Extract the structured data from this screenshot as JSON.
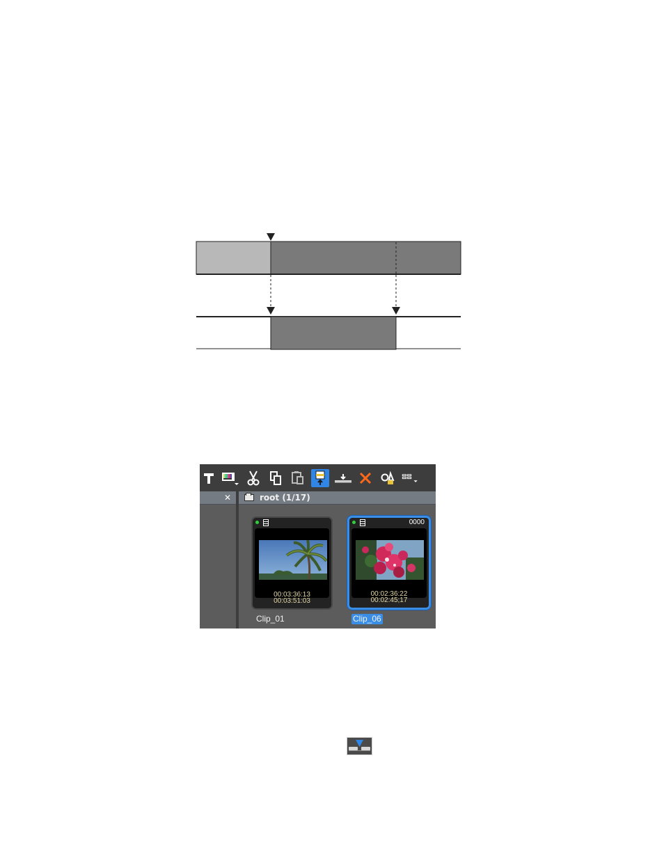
{
  "toolbar": {
    "buttons": [
      {
        "id": "title",
        "icon": "title-T-icon"
      },
      {
        "id": "color-bars",
        "icon": "color-bars-dropdown-icon"
      },
      {
        "id": "cut",
        "icon": "scissors-icon"
      },
      {
        "id": "copy",
        "icon": "copy-icon"
      },
      {
        "id": "paste",
        "icon": "paste-icon"
      },
      {
        "id": "insert",
        "icon": "insert-to-timeline-icon",
        "active": true
      },
      {
        "id": "overwrite",
        "icon": "overwrite-icon"
      },
      {
        "id": "delete",
        "icon": "delete-x-icon"
      },
      {
        "id": "properties",
        "icon": "properties-icon"
      },
      {
        "id": "view",
        "icon": "view-mode-dropdown-icon"
      }
    ]
  },
  "tree": {
    "close_label": "✕"
  },
  "content": {
    "path": "root (1/17)"
  },
  "clips": [
    {
      "name": "Clip_01",
      "counter": "",
      "tc_in": "00:03:36:13",
      "tc_out": "00:03:51:03",
      "selected": false
    },
    {
      "name": "Clip_06",
      "counter": "0000",
      "tc_in": "00:02:36:22",
      "tc_out": "00:02:45;17",
      "selected": true
    }
  ],
  "colors": {
    "accent": "#3a8ee6",
    "clip_fill": "#7a7a7a",
    "source_in_fill": "#b8b8b8",
    "timecode": "#e2d7a6"
  }
}
